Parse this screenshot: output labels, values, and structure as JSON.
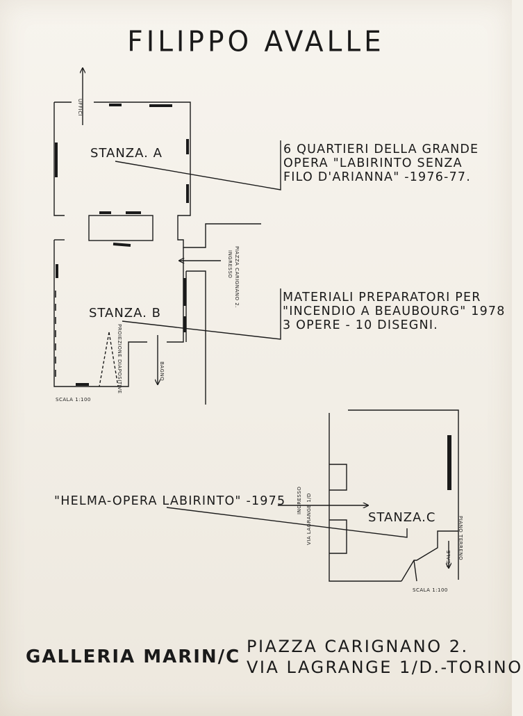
{
  "title": "FILIPPO AVALLE",
  "rooms": {
    "a": "STANZA. A",
    "b": "STANZA. B",
    "c": "STANZA.C"
  },
  "plan_labels": {
    "uffici": "UFFICI",
    "ingresso_1": "INGRESSO",
    "ingresso_1_addr": "PIAZZA CARIGNANO 2.",
    "proiezione": "PROIEZIONE DIAPOSITIVE",
    "bagno": "BAGNO",
    "scala_1": "SCALA 1:100",
    "ingresso_2": "INGRESSO",
    "ingresso_2_addr": "VIA LAGRANGE 1/D",
    "scale": "SCALE",
    "piano_terreno": "PIANO TERRENO",
    "scala_2": "SCALA 1:100"
  },
  "notes": {
    "a": [
      "6 QUARTIERI DELLA GRANDE",
      "OPERA \"LABIRINTO SENZA",
      "FILO D'ARIANNA\" -1976-77."
    ],
    "b": [
      "MATERIALI PREPARATORI PER",
      "\"INCENDIO A BEAUBOURG\" 1978",
      "3 OPERE - 10 DISEGNI."
    ],
    "c": "\"HELMA-OPERA LABIRINTO\" -1975"
  },
  "footer": {
    "gallery": "GALLERIA MARIN/C",
    "address_1": "PIAZZA CARIGNANO 2.",
    "address_2": "VIA LAGRANGE 1/D.-TORINO"
  }
}
